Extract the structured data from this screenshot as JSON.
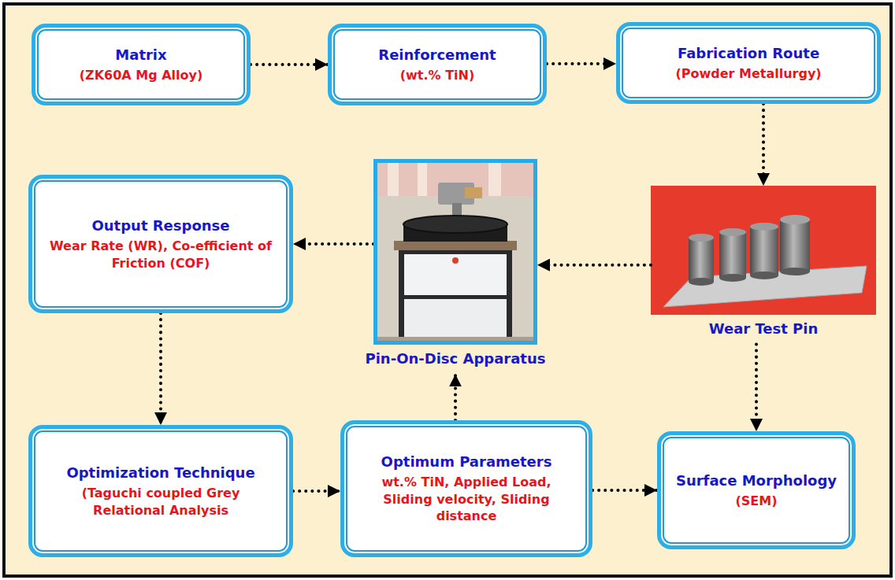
{
  "diagram": {
    "nodes": [
      {
        "text": [
          "Matrix",
          "(ZK60A Mg Alloy)"
        ]
      },
      {
        "text": [
          "Reinforcement",
          "(wt.% TiN)"
        ]
      },
      {
        "text": [
          "Fabrication Route",
          "(Powder Metallurgy)"
        ]
      },
      {
        "text": [
          "Output Response",
          "Wear Rate (WR), Co-efficient of Friction (COF)"
        ]
      },
      {
        "text": [
          "Pin-On-Disc Apparatus"
        ]
      },
      {
        "text": [
          "Wear Test Pin"
        ]
      },
      {
        "text": [
          "Optimization Technique",
          "(Taguchi coupled Grey Relational Analysis"
        ]
      },
      {
        "text": [
          "Optimum Parameters",
          "wt.% TiN, Applied Load, Sliding velocity, Sliding distance"
        ]
      },
      {
        "text": [
          "Surface Morphology",
          "(SEM)"
        ]
      }
    ],
    "edges": [
      {
        "from": 0,
        "to": 1,
        "arrow": "to"
      },
      {
        "from": 1,
        "to": 2,
        "arrow": "to"
      },
      {
        "from": 2,
        "to": 5,
        "arrow": "to"
      },
      {
        "from": 5,
        "to": 4,
        "arrow": "to"
      },
      {
        "from": 4,
        "to": 3,
        "arrow": "to"
      },
      {
        "from": 3,
        "to": 6,
        "arrow": "to"
      },
      {
        "from": 6,
        "to": 7,
        "arrow": "to"
      },
      {
        "from": 7,
        "to": 4,
        "arrow": "to"
      },
      {
        "from": 7,
        "to": 8,
        "arrow": "to"
      },
      {
        "from": 5,
        "to": 8,
        "arrow": "to"
      }
    ]
  }
}
